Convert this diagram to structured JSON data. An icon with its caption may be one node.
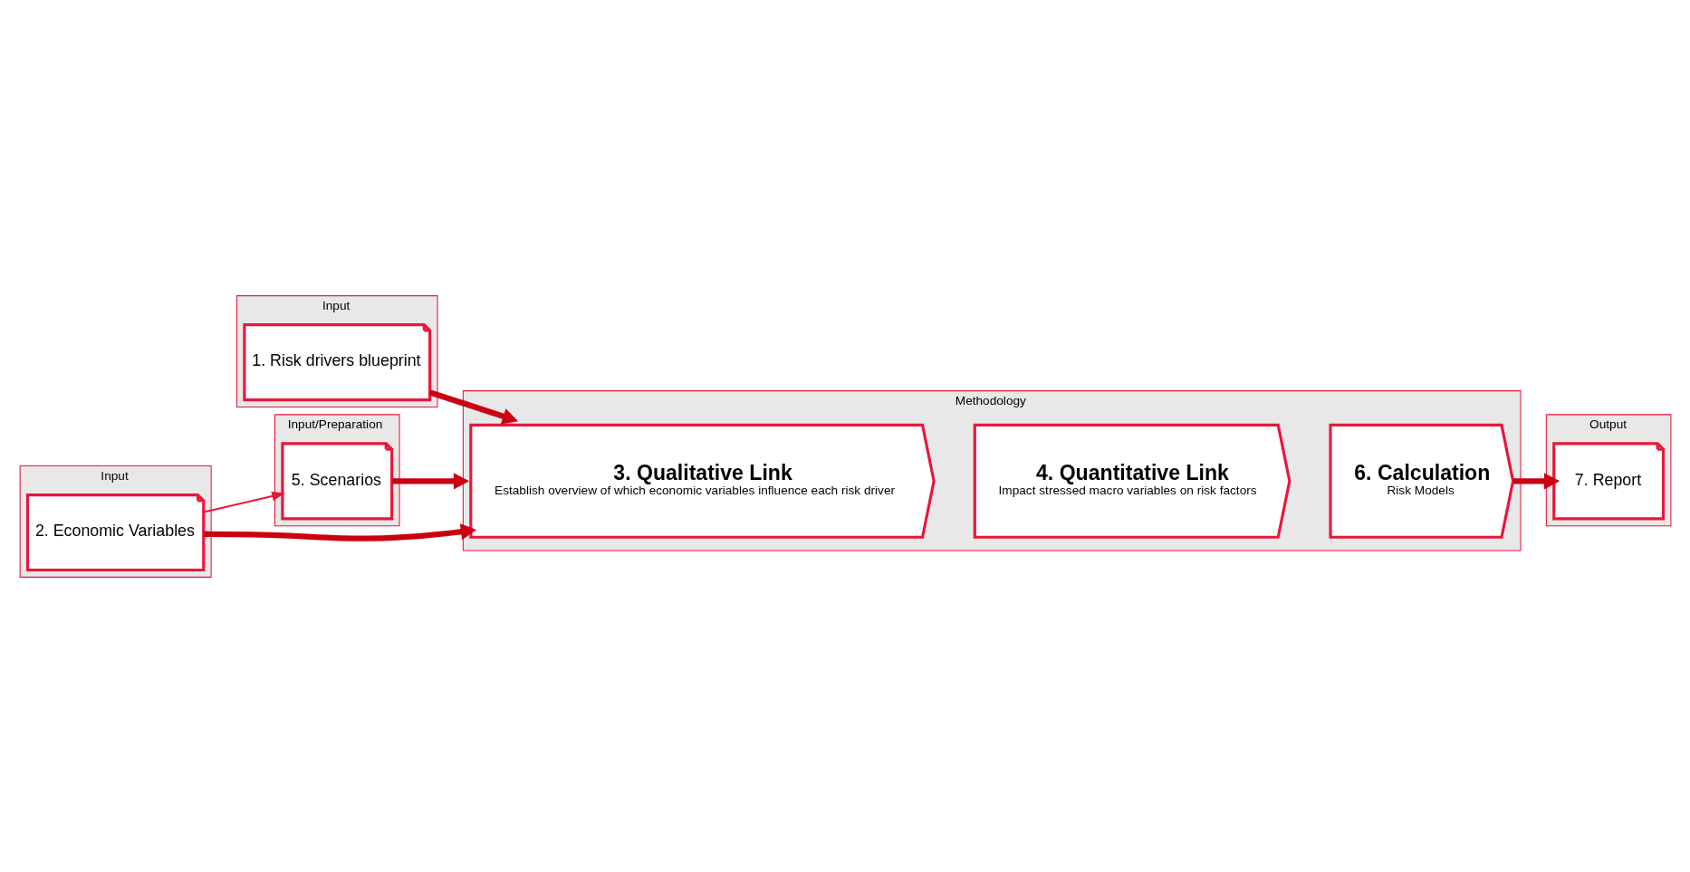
{
  "diagram": {
    "nodes": [
      {
        "text": [
          "Input/Preparation"
        ]
      },
      {
        "text": [
          "5. Scenarios"
        ],
        "in": 0
      },
      {
        "text": [
          "Input"
        ]
      },
      {
        "text": [
          "1. Risk drivers blueprint"
        ],
        "in": 2
      },
      {
        "text": [
          "Input"
        ]
      },
      {
        "text": [
          "2. Economic Variables"
        ],
        "in": 4
      },
      {
        "text": [
          "Methodology"
        ]
      },
      {
        "text": [
          "3. Qualitative Link",
          "Establish overview of which economic variables influence each risk driver"
        ],
        "in": 6
      },
      {
        "text": [
          "4. Quantitative Link",
          "Impact stressed macro variables on risk factors"
        ],
        "in": 6
      },
      {
        "text": [
          "6. Calculation",
          "Risk Models"
        ],
        "in": 6
      },
      {
        "text": [
          "Output"
        ]
      },
      {
        "text": [
          "7. Report"
        ],
        "in": 10
      }
    ],
    "edges": [
      {
        "from": 3,
        "to": 7,
        "arrow": "to"
      },
      {
        "from": 5,
        "to": 7,
        "arrow": "to"
      },
      {
        "from": 5,
        "to": 1,
        "arrow": "to",
        "color": "#e8173a"
      },
      {
        "from": 1,
        "to": 6,
        "arrow": "to"
      },
      {
        "from": 9,
        "to": 11,
        "arrow": "to"
      }
    ]
  }
}
